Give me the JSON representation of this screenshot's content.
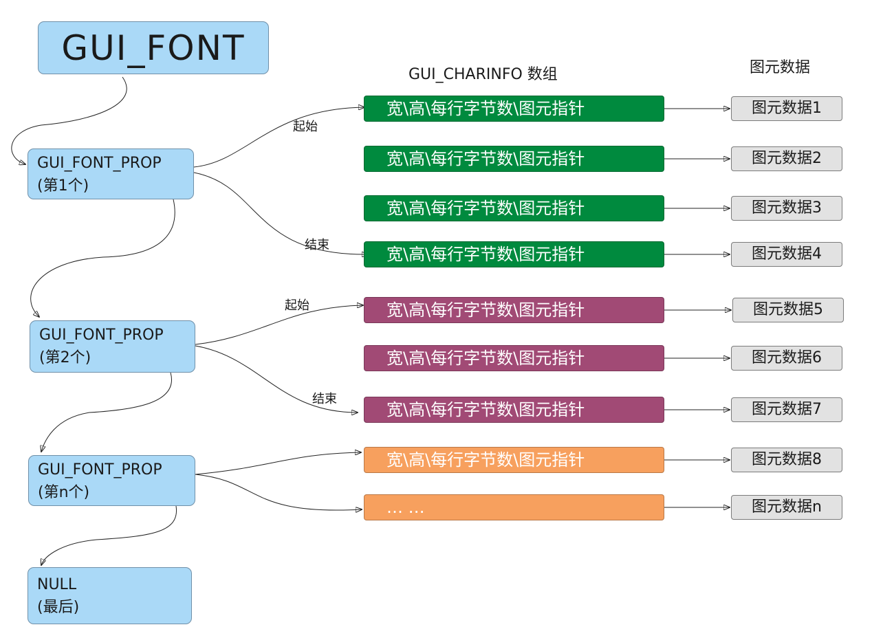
{
  "title": "GUI_FONT",
  "headers": {
    "charinfo": "GUI_CHARINFO 数组",
    "glyph": "图元数据"
  },
  "props": [
    {
      "name": "GUI_FONT_PROP",
      "sub": "(第1个)"
    },
    {
      "name": "GUI_FONT_PROP",
      "sub": "(第2个)"
    },
    {
      "name": "GUI_FONT_PROP",
      "sub": "(第n个)"
    }
  ],
  "null_node": {
    "name": "NULL",
    "sub": "(最后)"
  },
  "edge_labels": {
    "start": "起始",
    "end": "结束"
  },
  "charinfo_rows": [
    {
      "text": "宽\\高\\每行字节数\\图元指针",
      "color": "#008a3e",
      "data": "图元数据1"
    },
    {
      "text": "宽\\高\\每行字节数\\图元指针",
      "color": "#008a3e",
      "data": "图元数据2"
    },
    {
      "text": "宽\\高\\每行字节数\\图元指针",
      "color": "#008a3e",
      "data": "图元数据3"
    },
    {
      "text": "宽\\高\\每行字节数\\图元指针",
      "color": "#008a3e",
      "data": "图元数据4"
    },
    {
      "text": "宽\\高\\每行字节数\\图元指针",
      "color": "#a14a75",
      "data": "图元数据5"
    },
    {
      "text": "宽\\高\\每行字节数\\图元指针",
      "color": "#a14a75",
      "data": "图元数据6"
    },
    {
      "text": "宽\\高\\每行字节数\\图元指针",
      "color": "#a14a75",
      "data": "图元数据7"
    },
    {
      "text": "宽\\高\\每行字节数\\图元指针",
      "color": "#f7a05e",
      "data": "图元数据8"
    },
    {
      "text": "… …",
      "color": "#f7a05e",
      "data": "图元数据n"
    }
  ]
}
